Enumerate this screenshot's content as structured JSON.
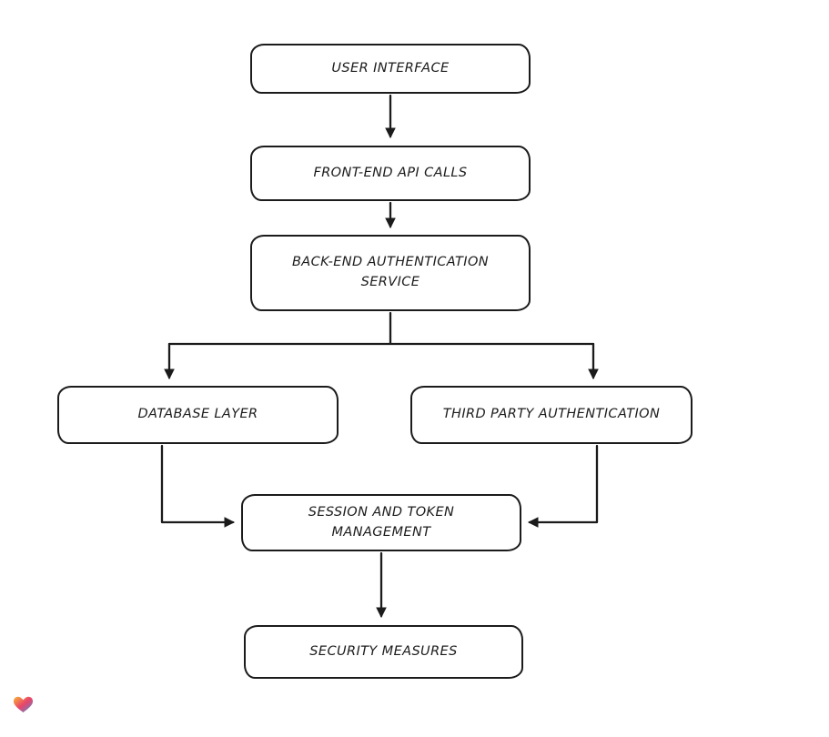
{
  "diagram": {
    "type": "flowchart",
    "nodes": {
      "user_interface": {
        "lines": [
          "USER INTERFACE"
        ]
      },
      "frontend_api_calls": {
        "lines": [
          "FRONT-END API CALLS"
        ]
      },
      "backend_auth_service": {
        "lines": [
          "BACK-END AUTHENTICATION",
          "SERVICE"
        ]
      },
      "database_layer": {
        "lines": [
          "DATABASE LAYER"
        ]
      },
      "third_party_auth": {
        "lines": [
          "THIRD PARTY AUTHENTICATION"
        ]
      },
      "session_token_mgmt": {
        "lines": [
          "SESSION AND TOKEN",
          "MANAGEMENT"
        ]
      },
      "security_measures": {
        "lines": [
          "SECURITY MEASURES"
        ]
      }
    },
    "edges": [
      {
        "from": "user_interface",
        "to": "frontend_api_calls"
      },
      {
        "from": "frontend_api_calls",
        "to": "backend_auth_service"
      },
      {
        "from": "backend_auth_service",
        "to": "database_layer"
      },
      {
        "from": "backend_auth_service",
        "to": "third_party_auth"
      },
      {
        "from": "database_layer",
        "to": "session_token_mgmt"
      },
      {
        "from": "third_party_auth",
        "to": "session_token_mgmt"
      },
      {
        "from": "session_token_mgmt",
        "to": "security_measures"
      }
    ],
    "colors": {
      "stroke": "#1b1b1b",
      "node_fill": "#ffffff",
      "canvas": "#ffffff",
      "logo_heart": [
        "#f7b733",
        "#e9446a",
        "#4a90d9"
      ]
    }
  }
}
